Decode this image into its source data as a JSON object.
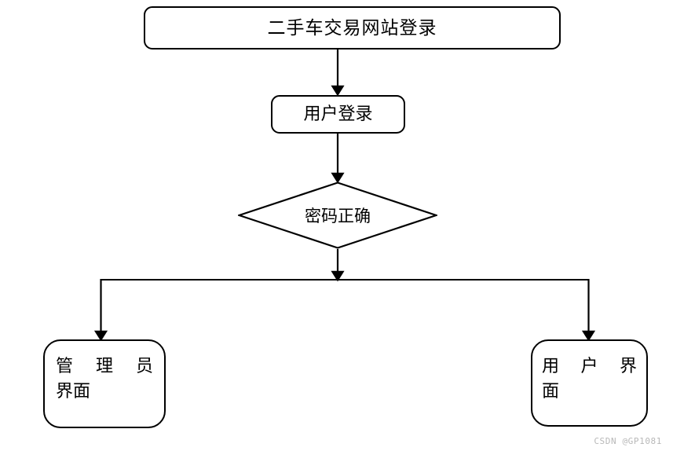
{
  "diagram": {
    "type": "flowchart",
    "title_text": "二手车交易网站登录",
    "background_color": "#ffffff",
    "line_color": "#000000",
    "text_color": "#000000",
    "nodes": [
      {
        "id": "start",
        "shape": "rounded-rectangle",
        "label": "二手车交易网站登录"
      },
      {
        "id": "login",
        "shape": "rounded-rectangle",
        "label": "用户登录"
      },
      {
        "id": "decision",
        "shape": "diamond",
        "label": "密码正确"
      },
      {
        "id": "admin",
        "shape": "rounded-rectangle",
        "label": "管理员界面",
        "line1": "管理员",
        "line2": "界面"
      },
      {
        "id": "user",
        "shape": "rounded-rectangle",
        "label": "用户界面",
        "line1": "用户界",
        "line2": "面"
      }
    ],
    "edges": [
      {
        "from": "start",
        "to": "login",
        "label": ""
      },
      {
        "from": "login",
        "to": "decision",
        "label": ""
      },
      {
        "from": "decision",
        "to": "admin",
        "label": ""
      },
      {
        "from": "decision",
        "to": "user",
        "label": ""
      }
    ]
  },
  "watermark": {
    "text": "CSDN @GP1081",
    "color": "#b8b8b8"
  }
}
